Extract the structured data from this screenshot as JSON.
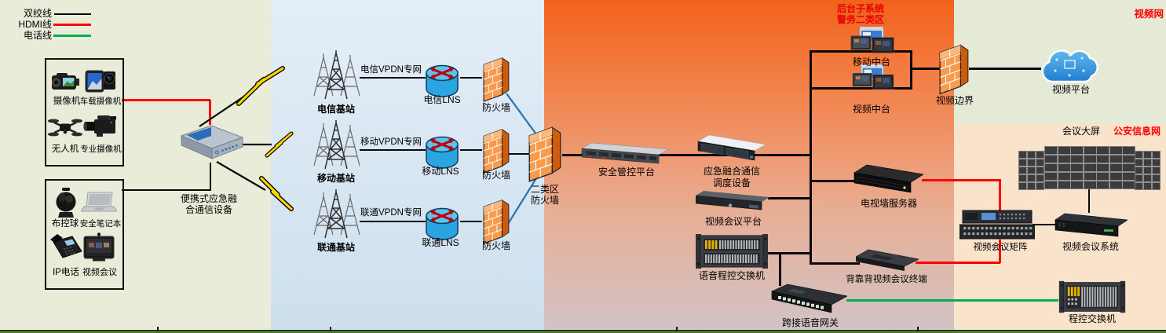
{
  "legend": {
    "items": [
      {
        "label": "双绞线",
        "color": "#000000"
      },
      {
        "label": "HDMI线",
        "color": "#ff0000"
      },
      {
        "label": "电话线",
        "color": "#00b050"
      }
    ]
  },
  "field_devices_top": {
    "items": [
      "摄像机",
      "车载摄像机",
      "无人机",
      "专业摄像机"
    ]
  },
  "field_devices_bottom": {
    "items": [
      "布控球",
      "安全笔记本",
      "IP电话",
      "视频会议"
    ]
  },
  "portable_device": {
    "label_line1": "便携式应急融",
    "label_line2": "合通信设备"
  },
  "carriers": [
    {
      "station": "电信基站",
      "vpdn": "电信VPDN专网",
      "lns": "电信LNS",
      "firewall": "防火墙"
    },
    {
      "station": "移动基站",
      "vpdn": "移动VPDN专网",
      "lns": "移动LNS",
      "firewall": "防火墙"
    },
    {
      "station": "联通基站",
      "vpdn": "联通VPDN专网",
      "lns": "联通LNS",
      "firewall": "防火墙"
    }
  ],
  "dmz_firewall": {
    "label_line1": "二类区",
    "label_line2": "防火墙"
  },
  "core": {
    "security_platform": "安全管控平台",
    "dispatch_line1": "应急融合通信",
    "dispatch_line2": "调度设备",
    "video_conf_platform": "视频会议平台",
    "voice_pbx": "语音程控交换机",
    "bridge_voice_gateway": "跨接语音网关"
  },
  "backend": {
    "zone_label_line1": "后台子系统",
    "zone_label_line2": "警务二类区",
    "mobile_mid": "移动中台",
    "video_mid": "视频中台",
    "video_border": "视频边界",
    "video_platform": "视频平台",
    "video_net": "视频网"
  },
  "right": {
    "tv_wall_server": "电视墙服务器",
    "b2b_terminal": "背靠背视频会议终端",
    "vc_matrix": "视频会议矩阵",
    "vc_system": "视频会议系统",
    "pbx": "程控交换机",
    "conference_screen": "会议大屏",
    "police_net": "公安信息网"
  },
  "colors": {
    "twisted_pair": "#000000",
    "hdmi": "#ff0000",
    "phone": "#00b050",
    "blue_link": "#2e75b6",
    "zone_orange_top": "#f2611c",
    "panel_left": "#e8ecd8",
    "panel_blue": "#d5e2ef",
    "panel_green": "#e5ead6",
    "panel_peach": "#fae3cb"
  }
}
